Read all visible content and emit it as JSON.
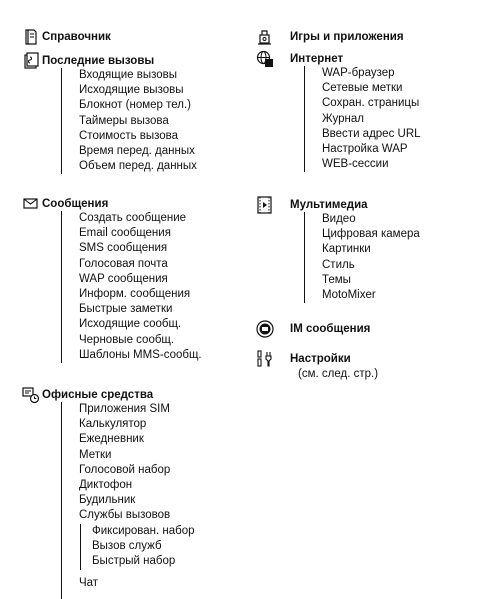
{
  "left": {
    "reference": {
      "title": "Справочник"
    },
    "recent_calls": {
      "title": "Последние вызовы",
      "items": [
        "Входящие вызовы",
        "Исходящие вызовы",
        "Блокнот (номер тел.)",
        "Таймеры вызова",
        "Стоимость вызова",
        "Время перед. данных",
        "Объем перед. данных"
      ]
    },
    "messages": {
      "title": "Сообщения",
      "items": [
        "Создать сообщение",
        "Email сообщения",
        "SMS сообщения",
        "Голосовая почта",
        "WAP сообщения",
        "Информ. сообщения",
        "Быстрые заметки",
        "Исходящие сообщ.",
        "Черновые сообщ.",
        "Шаблоны MMS-сообщ."
      ]
    },
    "office_tools": {
      "title": "Офисные средства",
      "items": [
        "Приложения SIM",
        "Калькулятор",
        "Ежедневник",
        "Метки",
        "Голосовой набор",
        "Диктофон",
        "Будильник",
        "Службы вызовов"
      ],
      "call_services": [
        "Фиксирован. набор",
        "Вызов служб",
        "Быстрый набор"
      ],
      "last_item": "Чат"
    }
  },
  "right": {
    "games": {
      "title": "Игры и приложения"
    },
    "internet": {
      "title": "Интернет",
      "items": [
        "WAP-браузер",
        "Сетевые метки",
        "Сохран. страницы",
        "Журнал",
        "Ввести адрес URL",
        "Настройка WAP",
        "WEB-сессии"
      ]
    },
    "multimedia": {
      "title": "Мультимедиа",
      "items": [
        "Видео",
        "Цифровая камера",
        "Картинки",
        "Стиль",
        "Темы",
        "MotoMixer"
      ]
    },
    "im": {
      "title": "IM сообщения"
    },
    "settings": {
      "title": "Настройки",
      "subtitle": "(см. след. стр.)"
    }
  },
  "icons": [
    "phonebook-icon",
    "recent-calls-icon",
    "envelope-icon",
    "office-tools-icon",
    "games-icon",
    "internet-globe-icon",
    "multimedia-film-icon",
    "im-icon",
    "settings-icon"
  ]
}
